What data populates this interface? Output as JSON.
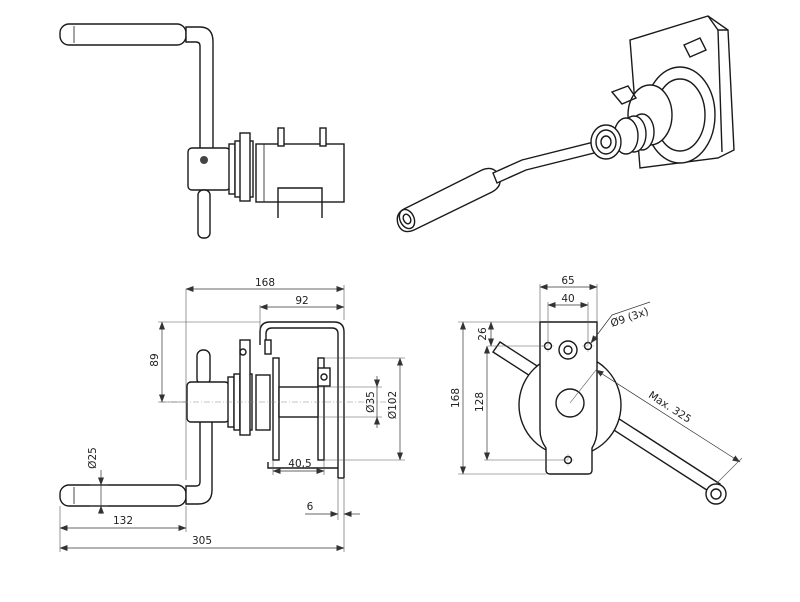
{
  "dimensions": {
    "width_total": "168",
    "width_frame": "92",
    "height_handle": "89",
    "dia_drum": "Ø35",
    "dia_flange": "Ø102",
    "drum_width": "40,5",
    "plate_thk": "6",
    "dia_grip": "Ø25",
    "grip_len": "132",
    "overall_len": "305",
    "bolt_spacing": "65",
    "bolt_inner": "40",
    "hole_dia": "Ø9 (3x)",
    "top_offset": "26",
    "hole_height": "168",
    "hole_vertical": "128",
    "crank_radius": "Max. 325"
  }
}
